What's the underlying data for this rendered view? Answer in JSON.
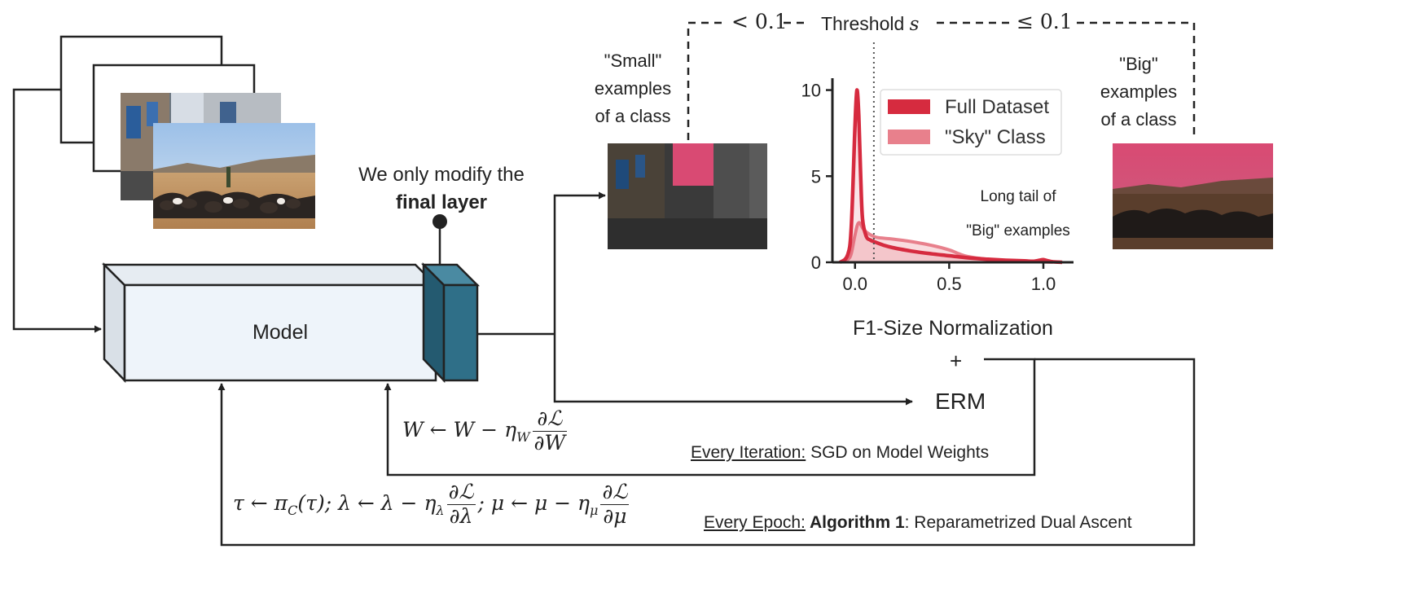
{
  "model": {
    "label": "Model"
  },
  "annotation": {
    "line1": "We only modify the",
    "line2": "final layer"
  },
  "small": {
    "line1": "\"Small\"",
    "line2": "examples",
    "line3": "of a class"
  },
  "big": {
    "line1": "\"Big\"",
    "line2": "examples",
    "line3": "of a class"
  },
  "threshold": {
    "left": "< 0.1",
    "label": "Threshold",
    "symbol": "s",
    "right": "≤ 0.1"
  },
  "chart_data": {
    "type": "area",
    "title": "",
    "xlabel": "F1-Size Normalization",
    "ylabel": "",
    "xlim": [
      -0.12,
      1.16
    ],
    "ylim": [
      0,
      10.5
    ],
    "xticks": [
      "0.0",
      "0.5",
      "1.0"
    ],
    "xtick_values": [
      0.0,
      0.5,
      1.0
    ],
    "yticks": [
      "0",
      "5",
      "10"
    ],
    "ytick_values": [
      0,
      5,
      10
    ],
    "threshold_x": 0.1,
    "annotation": [
      "Long tail of",
      "\"Big\" examples"
    ],
    "legend_position": "top-right",
    "series": [
      {
        "name": "Full Dataset",
        "color": "#d62b3f",
        "x": [
          -0.08,
          -0.04,
          -0.02,
          0.0,
          0.01,
          0.02,
          0.03,
          0.04,
          0.06,
          0.08,
          0.1,
          0.15,
          0.2,
          0.3,
          0.4,
          0.5,
          0.6,
          0.7,
          0.8,
          0.9,
          0.95,
          0.98,
          1.0,
          1.02,
          1.05,
          1.1
        ],
        "y": [
          0.0,
          0.4,
          2.0,
          8.0,
          10.0,
          8.5,
          5.0,
          2.5,
          1.5,
          1.3,
          1.2,
          1.0,
          0.85,
          0.65,
          0.5,
          0.38,
          0.26,
          0.18,
          0.12,
          0.08,
          0.06,
          0.12,
          0.15,
          0.1,
          0.03,
          0.0
        ]
      },
      {
        "name": "\"Sky\" Class",
        "color": "#e8808c",
        "x": [
          -0.08,
          -0.04,
          -0.02,
          0.0,
          0.02,
          0.05,
          0.1,
          0.15,
          0.2,
          0.3,
          0.4,
          0.5,
          0.55,
          0.6,
          0.7,
          0.8,
          0.9,
          1.0,
          1.05
        ],
        "y": [
          0.0,
          0.15,
          0.5,
          1.6,
          2.3,
          1.85,
          1.5,
          1.4,
          1.35,
          1.2,
          1.0,
          0.72,
          0.5,
          0.33,
          0.18,
          0.1,
          0.05,
          0.02,
          0.0
        ]
      }
    ]
  },
  "erm": {
    "label": "ERM",
    "plus": "+"
  },
  "sgd": {
    "prefix": "Every Iteration:",
    "text": " SGD on Model Weights"
  },
  "epoch": {
    "prefix": "Every Epoch:",
    "bold": " Algorithm 1",
    "text": ": Reparametrized Dual Ascent"
  },
  "eq1": {
    "lhs": "W ← W − η",
    "sub": "W",
    "num": "∂ℒ",
    "den": "∂W"
  },
  "eq2": {
    "a": "τ ← π",
    "a_sub": "C",
    "a_rest": "(τ);  λ ← λ − η",
    "lam_sub": "λ",
    "num1": "∂ℒ",
    "den1": "∂λ",
    "mid": "; μ ← μ − η",
    "mu_sub": "μ",
    "num2": "∂ℒ",
    "den2": "∂μ"
  },
  "colors": {
    "model_front": "#eef4fa",
    "model_side": "#d9e0e7",
    "final_layer": "#2f6f88",
    "final_layer_side": "#245a70",
    "pink": "#d94a73"
  }
}
